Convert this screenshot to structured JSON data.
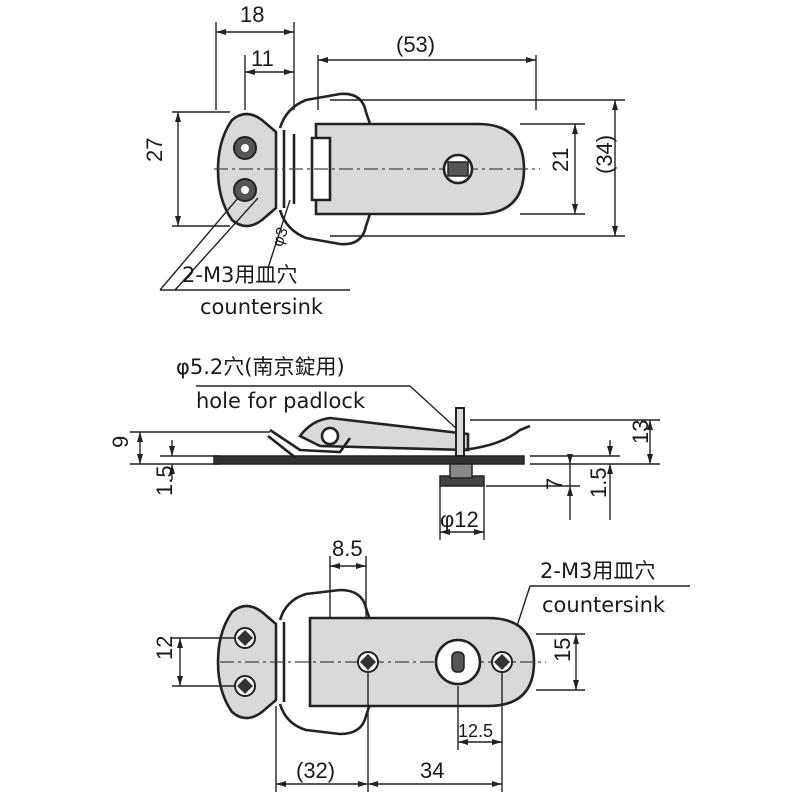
{
  "top_view": {
    "dim_18": "18",
    "dim_11": "11",
    "dim_53": "(53)",
    "dim_27": "27",
    "dim_21": "21",
    "dim_34": "(34)",
    "dim_phi3": "φ3",
    "note_jp": "2-M3用皿穴",
    "note_en": "countersink"
  },
  "side_view": {
    "note_jp": "φ5.2穴(南京錠用)",
    "note_en": "hole for padlock",
    "dim_9": "9",
    "dim_1_5_left": "1.5",
    "dim_13": "13",
    "dim_7": "7",
    "dim_1_5_right": "1.5",
    "dim_phi12": "φ12"
  },
  "bottom_view": {
    "dim_8_5": "8.5",
    "note_jp": "2-M3用皿穴",
    "note_en": "countersink",
    "dim_12": "12",
    "dim_15": "15",
    "dim_12_5": "12.5",
    "dim_32": "(32)",
    "dim_34": "34"
  }
}
